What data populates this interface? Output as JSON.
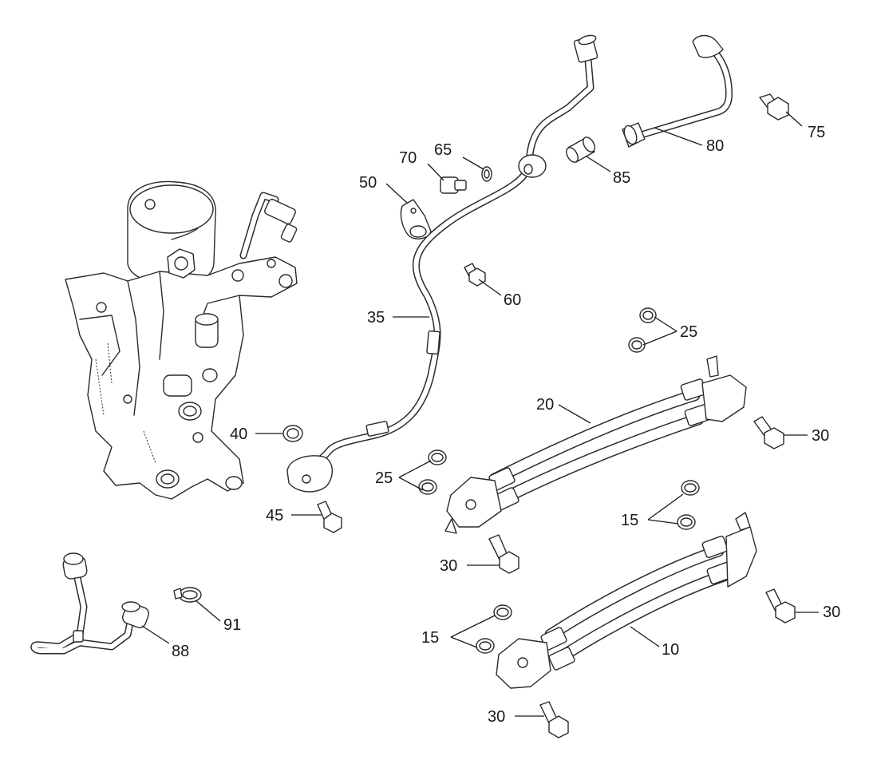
{
  "callouts": {
    "c75": "75",
    "c80": "80",
    "c85": "85",
    "c70": "70",
    "c65": "65",
    "c50": "50",
    "c60": "60",
    "c35": "35",
    "c25a": "25",
    "c20": "20",
    "c30a": "30",
    "c40": "40",
    "c25b": "25",
    "c45": "45",
    "c15a": "15",
    "c30b": "30",
    "c91": "91",
    "c88": "88",
    "c30c": "30",
    "c15b": "15",
    "c10": "10",
    "c30d": "30"
  }
}
